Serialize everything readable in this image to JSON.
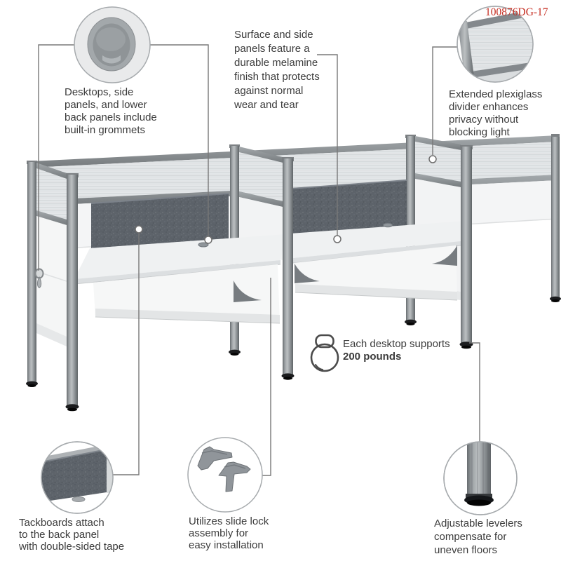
{
  "product_code": "100876DG-17",
  "colors": {
    "code_red": "#c52a1e",
    "connector_grey": "#787878",
    "tackboard_grey": "#5d636a",
    "panel_white": "#f5f6f6",
    "frame_grey": "#8a8f92",
    "text_dark": "#3c3c3c"
  },
  "icons": {
    "weight": "kettlebell-icon",
    "grommet_detail": "grommet-detail",
    "plexiglass_detail": "plexiglass-panel-detail",
    "tackboard_detail": "tackboard-detail",
    "slide_lock_detail": "slide-lock-parts-detail",
    "leveler_detail": "leveler-foot-detail"
  },
  "callouts": {
    "grommets": {
      "lines": [
        "Desktops, side",
        "panels, and lower",
        "back panels include",
        "built-in grommets"
      ]
    },
    "melamine": {
      "lines": [
        "Surface and side",
        "panels feature a",
        "durable melamine",
        "finish that protects",
        "against normal",
        "wear and tear"
      ]
    },
    "plexiglass": {
      "lines": [
        "Extended plexiglass",
        "divider enhances",
        "privacy without",
        "blocking light"
      ]
    },
    "weight": {
      "line1": "Each desktop supports",
      "line2": "200 pounds"
    },
    "tackboard": {
      "lines": [
        "Tackboards attach",
        "to the back panel",
        "with double-sided tape"
      ]
    },
    "slide_lock": {
      "lines": [
        "Utilizes slide lock",
        "assembly for",
        "easy installation"
      ]
    },
    "levelers": {
      "lines": [
        "Adjustable levelers",
        "compensate for",
        "uneven floors"
      ]
    }
  }
}
